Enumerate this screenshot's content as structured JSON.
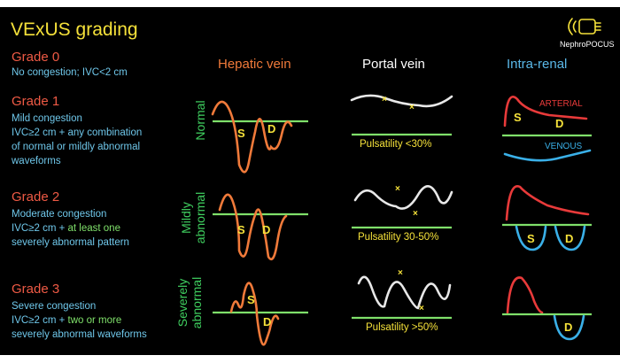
{
  "title": "VExUS grading",
  "brand": {
    "name": "NephroPOCUS",
    "icon": "ultrasound-probe-icon"
  },
  "columns": [
    {
      "label": "Hepatic vein",
      "color": "#f07a3a"
    },
    {
      "label": "Portal vein",
      "color": "#ffffff"
    },
    {
      "label": "Intra-renal",
      "color": "#5ab8e8"
    }
  ],
  "grades": [
    {
      "title": "Grade 0",
      "lines": [
        "No congestion; IVC<2 cm"
      ]
    },
    {
      "title": "Grade 1",
      "lines": [
        "Mild congestion",
        "IVC≥2 cm + any combination",
        "of normal or mildly abnormal",
        "waveforms"
      ]
    },
    {
      "title": "Grade 2",
      "lines": [
        "Moderate congestion"
      ],
      "ivc_prefix": "IVC≥2 cm + ",
      "ivc_highlight": "at least one",
      "tail_lines": [
        "severely abnormal pattern"
      ]
    },
    {
      "title": "Grade 3",
      "lines": [
        "Severe congestion"
      ],
      "ivc_prefix": "IVC≥2 cm + ",
      "ivc_highlight": "two or more",
      "tail_lines": [
        "severely abnormal waveforms"
      ]
    }
  ],
  "rows": [
    {
      "label_lines": [
        "Normal"
      ],
      "pulsatility": "Pulsatility <30%"
    },
    {
      "label_lines": [
        "Mildly",
        "abnormal"
      ],
      "pulsatility": "Pulsatility 30-50%"
    },
    {
      "label_lines": [
        "Severely",
        "abnormal"
      ],
      "pulsatility": "Pulsatility >50%"
    }
  ],
  "wave_labels": {
    "s": "S",
    "d": "D",
    "arterial": "ARTERIAL",
    "venous": "VENOUS"
  },
  "colors": {
    "title": "#f5e13a",
    "grade": "#ef5a45",
    "description": "#6fc7ea",
    "highlight": "#7fe06a",
    "baseline": "#7fe06a",
    "hepatic": "#f07a3a",
    "portal": "#e8e8e8",
    "arterial": "#e83a3a",
    "venous": "#3ab0e8",
    "row_label": "#3fcf5f",
    "pulsatility": "#f5e13a",
    "marker": "#f5e13a"
  }
}
